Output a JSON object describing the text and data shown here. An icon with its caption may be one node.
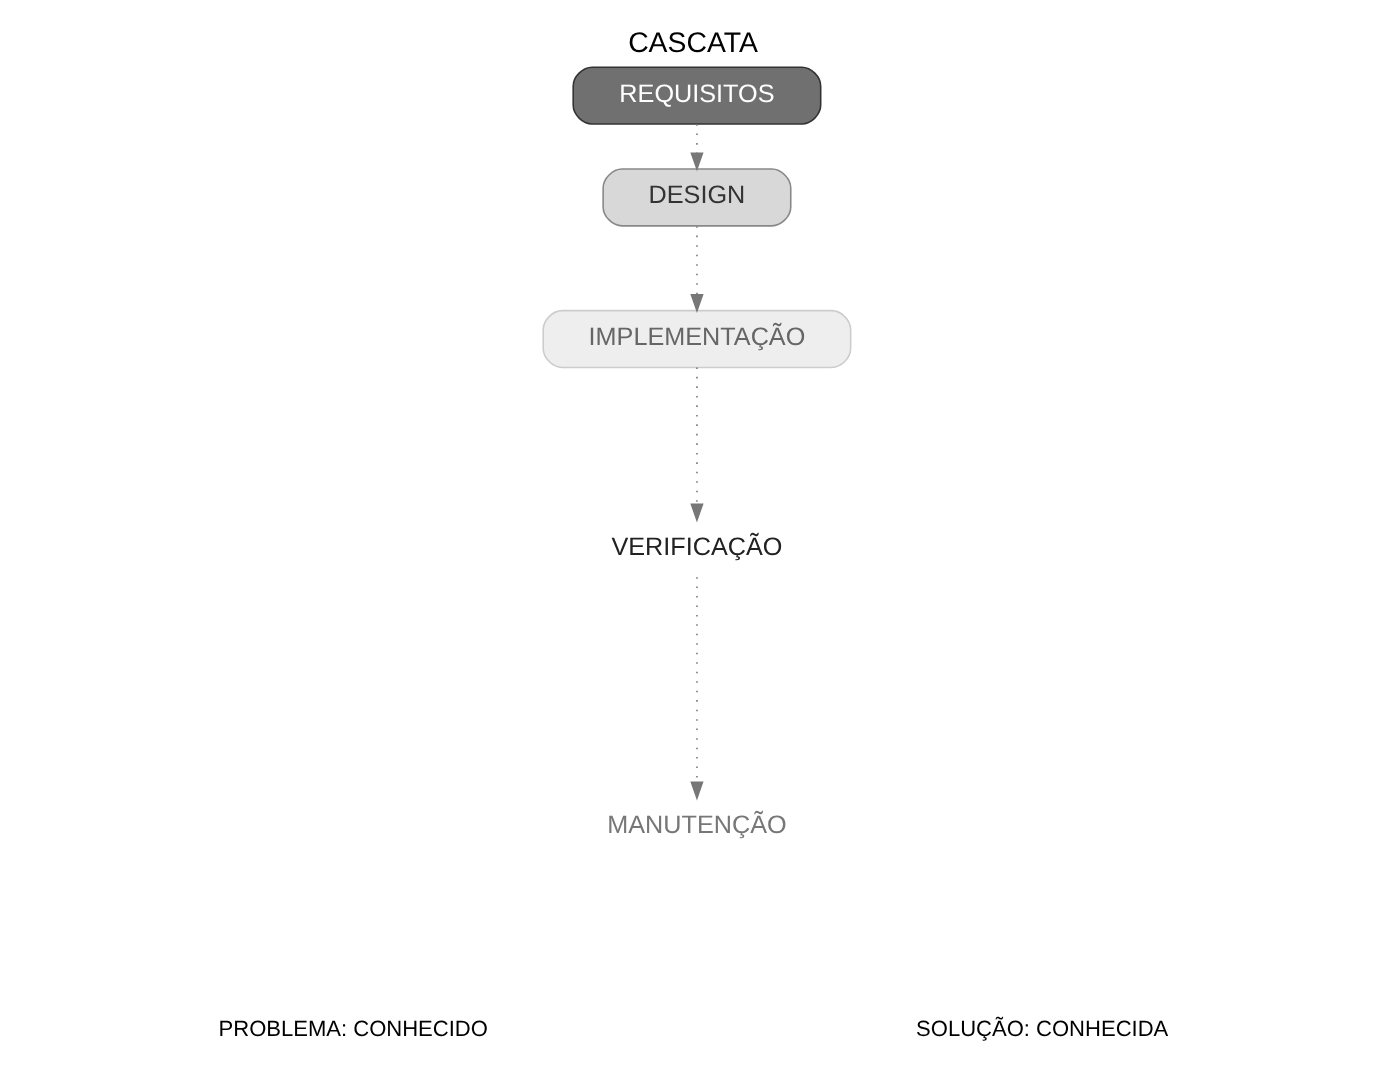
{
  "diagram": {
    "title": "CASCATA",
    "nodes": [
      {
        "text": [
          "REQUISITOS"
        ]
      },
      {
        "text": [
          "DESIGN"
        ]
      },
      {
        "text": [
          "IMPLEMENTAÇÃO"
        ]
      },
      {
        "text": [
          "VERIFICAÇÃO"
        ]
      },
      {
        "text": [
          "MANUTENÇÃO"
        ]
      }
    ],
    "edges": [
      {
        "from": 0,
        "to": 1,
        "arrow": "to"
      },
      {
        "from": 1,
        "to": 2,
        "arrow": "to"
      },
      {
        "from": 2,
        "to": 3,
        "arrow": "to"
      },
      {
        "from": 3,
        "to": 4,
        "arrow": "to"
      }
    ],
    "labels": [
      "PROBLEMA: CONHECIDO",
      "SOLUÇÃO: CONHECIDA"
    ]
  }
}
